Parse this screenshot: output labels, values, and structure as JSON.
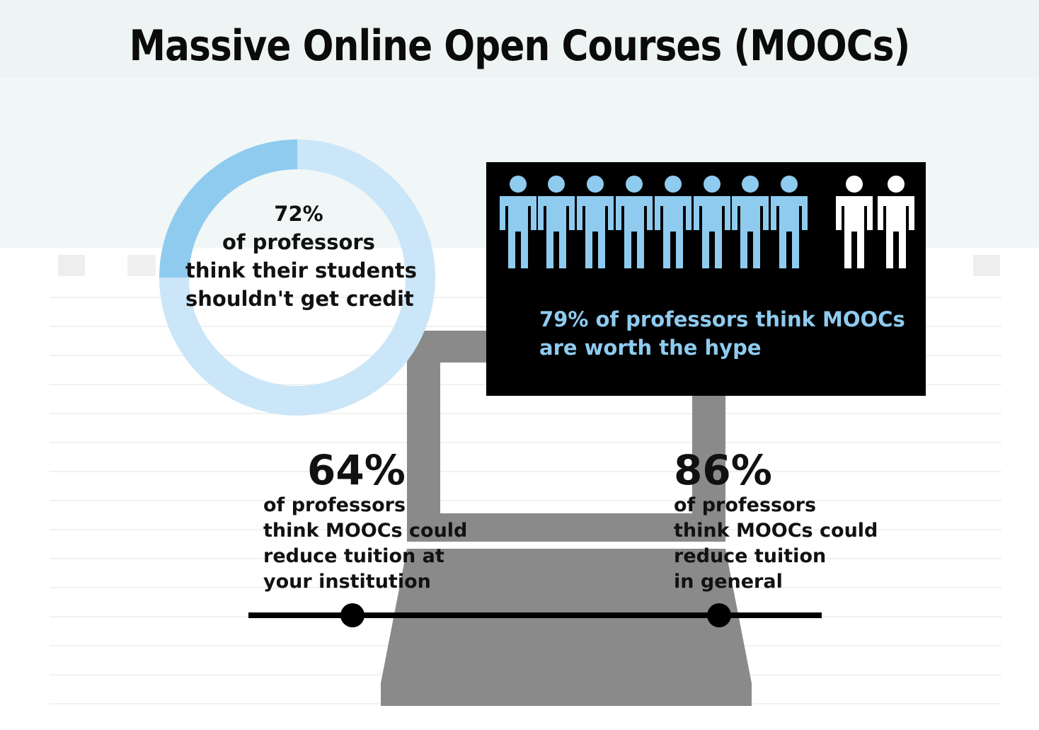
{
  "title": "Massive Online Open Courses (MOOCs)",
  "colors": {
    "accent_blue": "#8fcbef",
    "light_blue": "#cbe6f8",
    "box_black": "#000000",
    "computer_gray": "#8a8a8a",
    "text_dark": "#111111"
  },
  "chart_data": [
    {
      "type": "pie",
      "label": "students_credit",
      "value": 72,
      "text_lines": [
        "72%",
        "of professors",
        "think their students",
        "shouldn't get credit"
      ]
    },
    {
      "type": "pictogram",
      "label": "worth_the_hype",
      "value": 79,
      "icons_total": 10,
      "icons_highlighted": 8,
      "text_lines": [
        "79% of professors think MOOCs",
        "are worth the hype"
      ]
    },
    {
      "type": "scatter",
      "label": "reduce_tuition_institution",
      "value": 64,
      "big": "64%",
      "text_lines": [
        "of professors",
        "think MOOCs could",
        "reduce tuition at",
        "your institution"
      ]
    },
    {
      "type": "scatter",
      "label": "reduce_tuition_general",
      "value": 86,
      "big": "86%",
      "text_lines": [
        "of professors",
        "think MOOCs could",
        "reduce tuition",
        "in general"
      ]
    }
  ]
}
